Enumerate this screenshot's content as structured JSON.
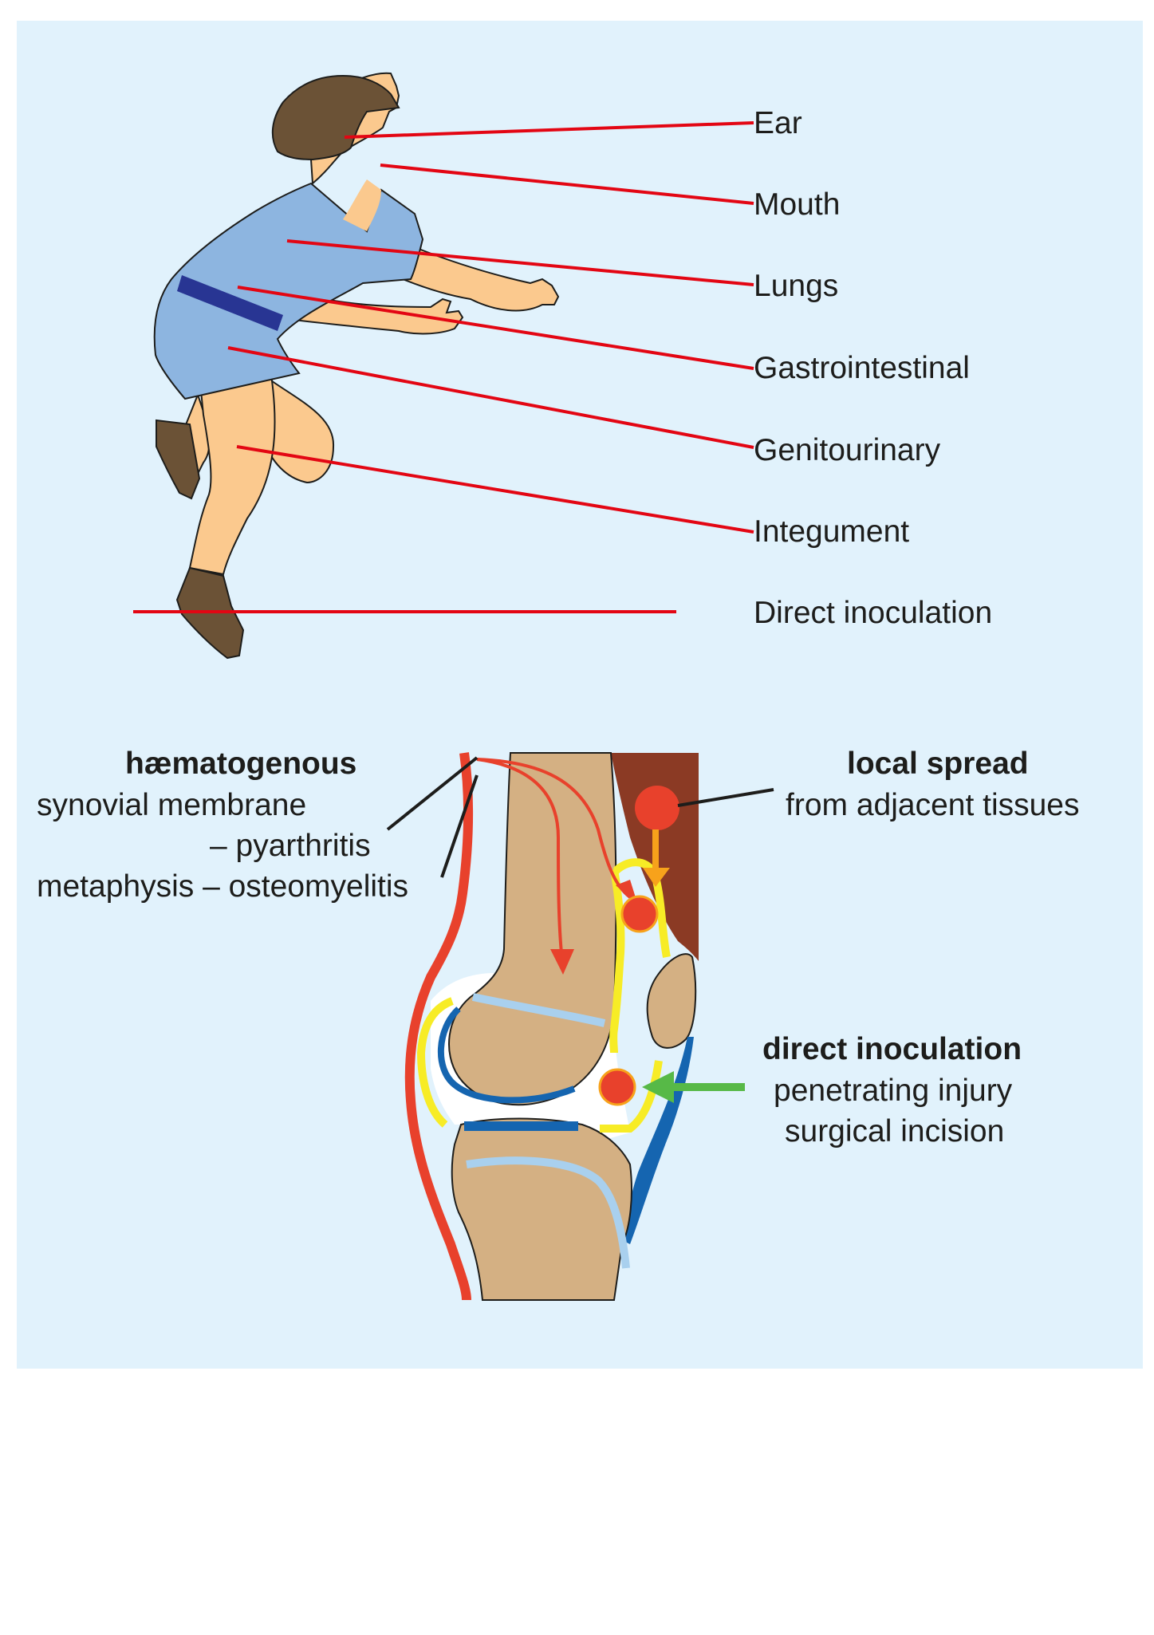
{
  "routes": {
    "ear": "Ear",
    "mouth": "Mouth",
    "lungs": "Lungs",
    "gastrointestinal": "Gastrointestinal",
    "genitourinary": "Genitourinary",
    "integument": "Integument",
    "direct_inoculation": "Direct inoculation"
  },
  "knee": {
    "haematogenous": {
      "title": "hæmatogenous",
      "line1": "synovial membrane",
      "line2": "– pyarthritis",
      "line3": "metaphysis – osteomyelitis"
    },
    "local_spread": {
      "title": "local spread",
      "line1": "from adjacent tissues"
    },
    "direct_inoculation": {
      "title": "direct inoculation",
      "line1": "penetrating injury",
      "line2": "surgical incision"
    }
  },
  "colors": {
    "panel_background": "#e1f2fc",
    "skin": "#fbc98e",
    "hair_shoes": "#6b5236",
    "dress": "#8db5e0",
    "belt": "#283593",
    "pointer_line": "#e30613",
    "bone": "#d4b083",
    "cartilage": "#a9d0ee",
    "synovium": "#f7ec26",
    "vessel": "#e8412c",
    "muscle": "#8b3a24",
    "tendon": "#1565b0",
    "local_arrow": "#f7a21b",
    "inoculation_arrow": "#57b947"
  }
}
